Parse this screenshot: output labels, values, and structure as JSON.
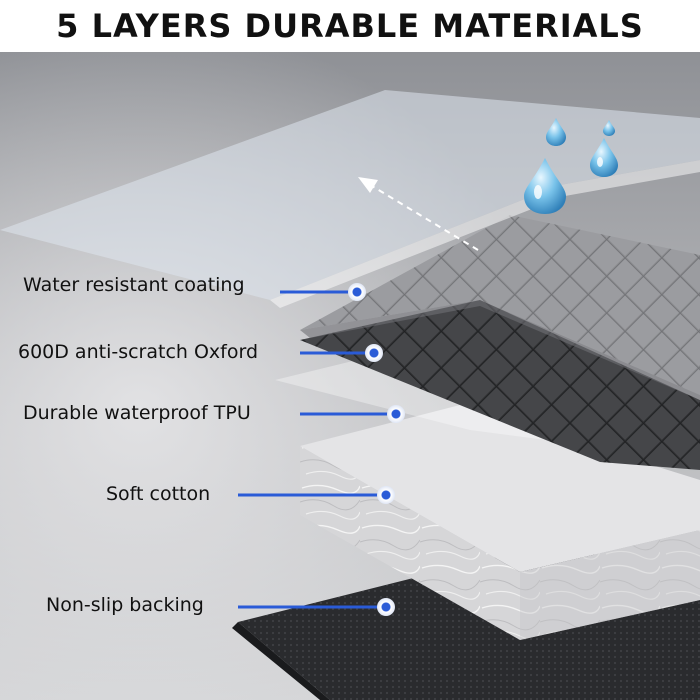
{
  "title": "5 LAYERS DURABLE MATERIALS",
  "colors": {
    "accent_line": "#2a5bd7",
    "background_top": "#8f9196",
    "background_bottom": "#c9cacd",
    "quilted_fabric": "#8a8b8e",
    "oxford_layer": "#3a3b3d",
    "cotton_layer": "#d9d9d9",
    "backing_layer": "#26272a"
  },
  "layers": [
    {
      "label": "Water resistant coating"
    },
    {
      "label": "600D anti-scratch Oxford"
    },
    {
      "label": "Durable waterproof TPU"
    },
    {
      "label": "Soft cotton"
    },
    {
      "label": "Non-slip backing"
    }
  ],
  "icons": [
    "water-drop-icon",
    "arrow-up-left-icon",
    "callout-dot-icon"
  ]
}
